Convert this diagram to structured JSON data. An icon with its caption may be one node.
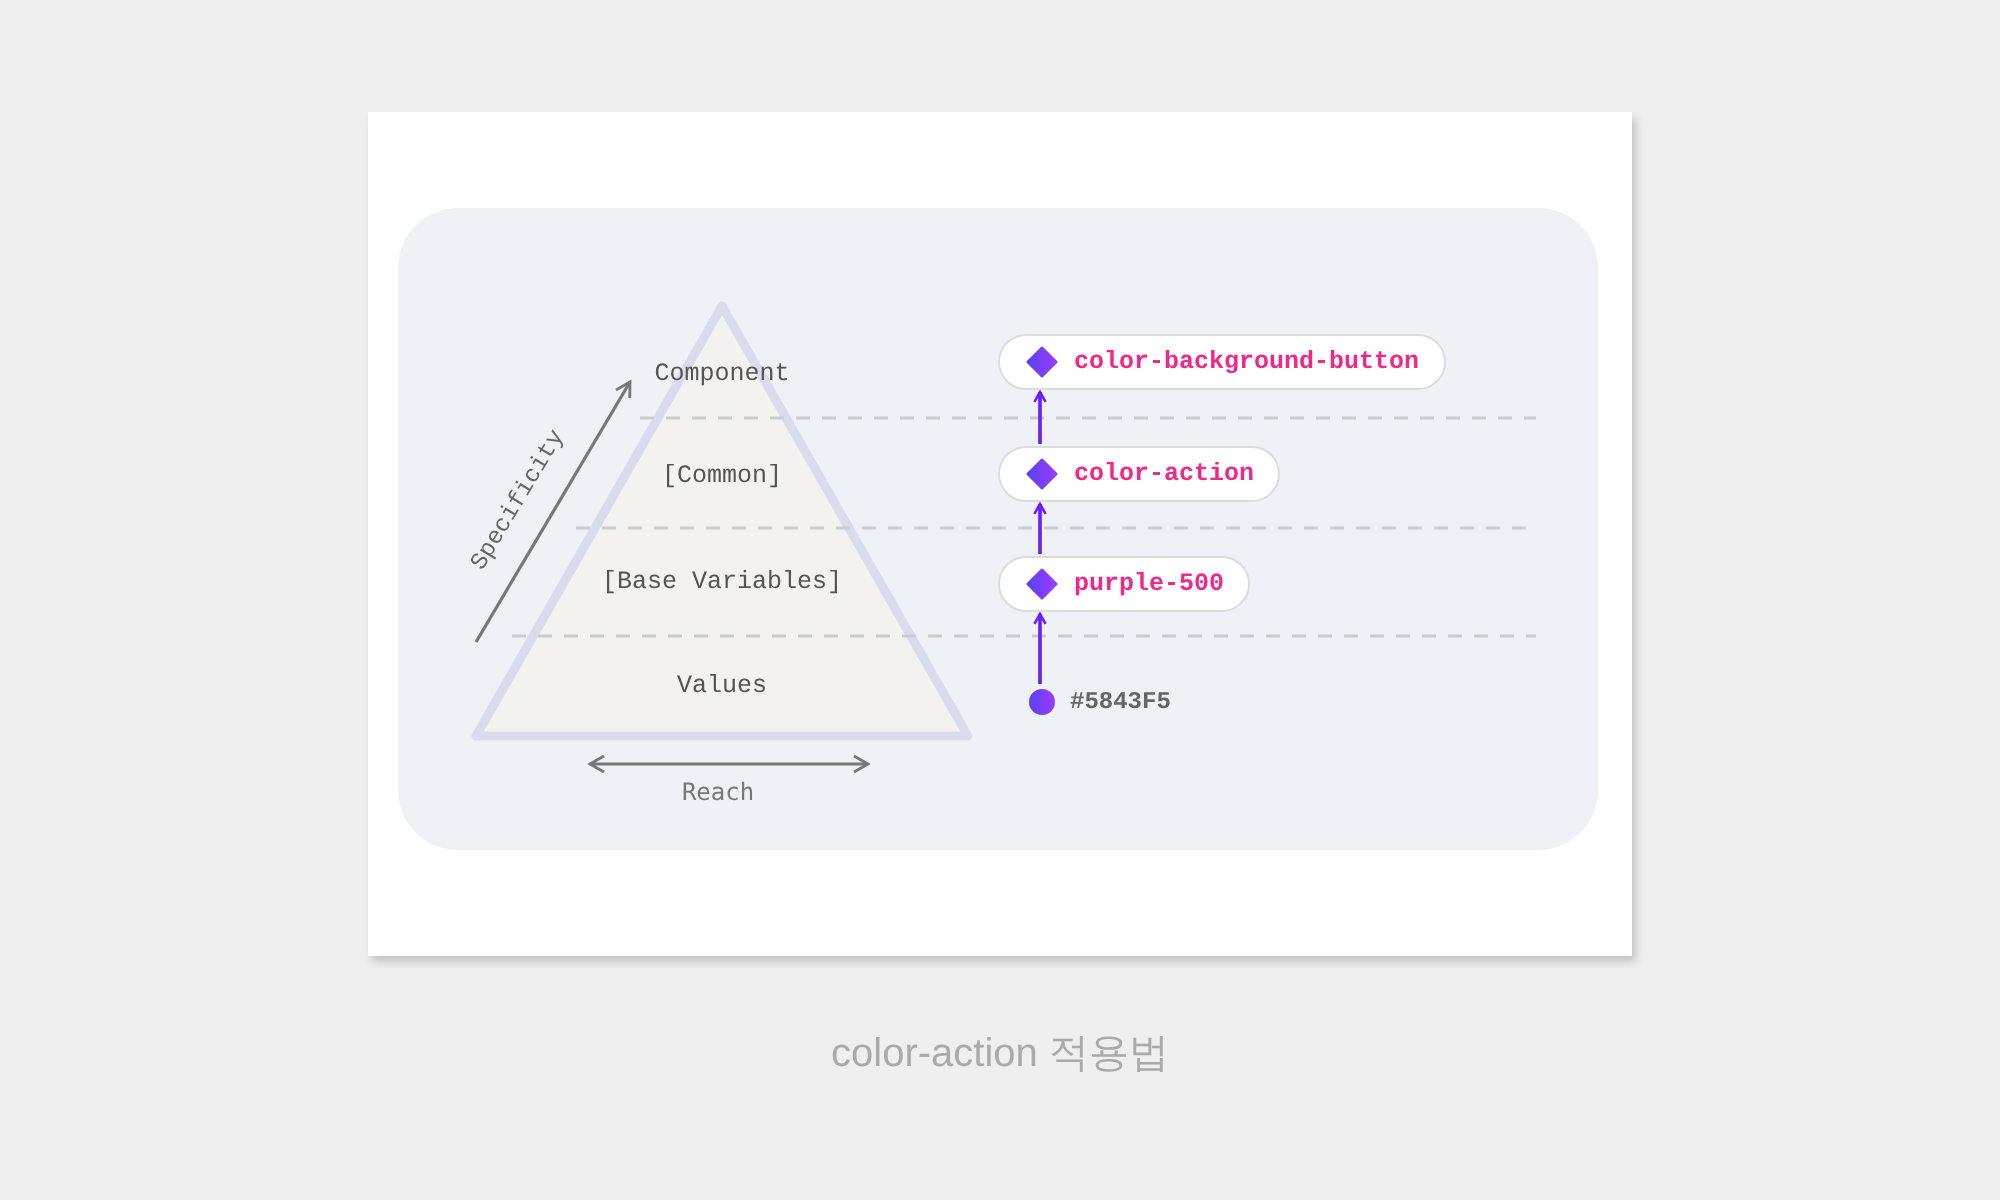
{
  "diagram": {
    "caption": "color-action 적용법",
    "nodes": [
      {
        "text": [
          "Component",
          "[Common]",
          "[Base Variables]",
          "Values"
        ]
      },
      {
        "text": [
          "color-background-button"
        ]
      },
      {
        "text": [
          "color-action"
        ]
      },
      {
        "text": [
          "purple-500"
        ]
      },
      {
        "text": [
          "#5843F5"
        ]
      }
    ],
    "edges": [
      {
        "from": 4,
        "to": 3,
        "arrow": "to"
      },
      {
        "from": 3,
        "to": 2,
        "arrow": "to"
      },
      {
        "from": 2,
        "to": 1,
        "arrow": "to"
      }
    ],
    "labels": [
      "Specificity",
      "Reach"
    ]
  }
}
